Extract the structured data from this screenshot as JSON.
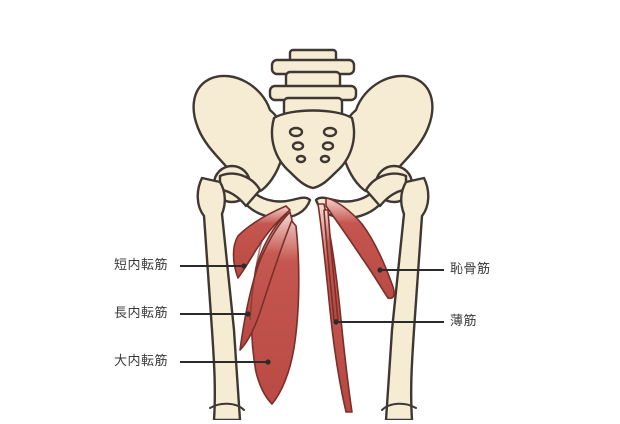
{
  "labels": {
    "adductor_brevis": "短内転筋",
    "adductor_longus": "長内転筋",
    "adductor_magnus": "大内転筋",
    "pectineus": "恥骨筋",
    "gracilis": "薄筋"
  },
  "colors": {
    "bone_fill": "#f6ecd4",
    "bone_outline": "#3f3832",
    "muscle_fill": "#c4564f",
    "muscle_outline": "#7a2f2a",
    "leader_line": "#2b2b2b",
    "label_text": "#3a3a3a"
  }
}
